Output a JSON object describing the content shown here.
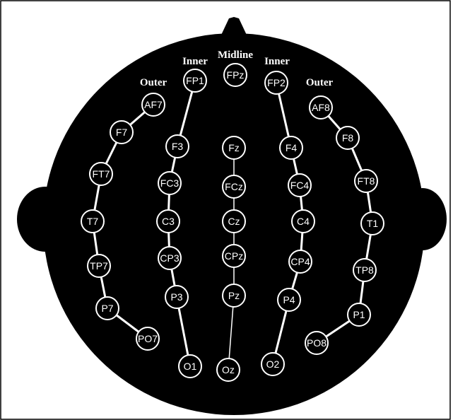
{
  "headers": {
    "left_outer": "Outer",
    "left_inner": "Inner",
    "midline": "Midline",
    "right_inner": "Inner",
    "right_outer": "Outer"
  },
  "electrodes": {
    "FP1": "FP1",
    "FPz": "FPz",
    "FP2": "FP2",
    "AF7": "AF7",
    "AF8": "AF8",
    "F7": "F7",
    "F3": "F3",
    "Fz": "Fz",
    "F4": "F4",
    "F8": "F8",
    "FT7": "FT7",
    "FC3": "FC3",
    "FCz": "FCz",
    "FC4": "FC4",
    "FT8": "FT8",
    "T7": "T7",
    "C3": "C3",
    "Cz": "Cz",
    "C4": "C4",
    "T1": "T1",
    "TP7": "TP7",
    "CP3": "CP3",
    "CPz": "CPz",
    "CP4": "CP4",
    "TP8": "TP8",
    "P7": "P7",
    "P3": "P3",
    "Pz": "Pz",
    "P4": "P4",
    "P1": "P1",
    "PO7": "PO7",
    "PO8": "PO8",
    "O1": "O1",
    "Oz": "Oz",
    "O2": "O2"
  },
  "colors": {
    "head": "#000000",
    "electrode_stroke": "#ffffff",
    "connector": "#ffffff",
    "text": "#ffffff",
    "background": "#ffffff"
  }
}
